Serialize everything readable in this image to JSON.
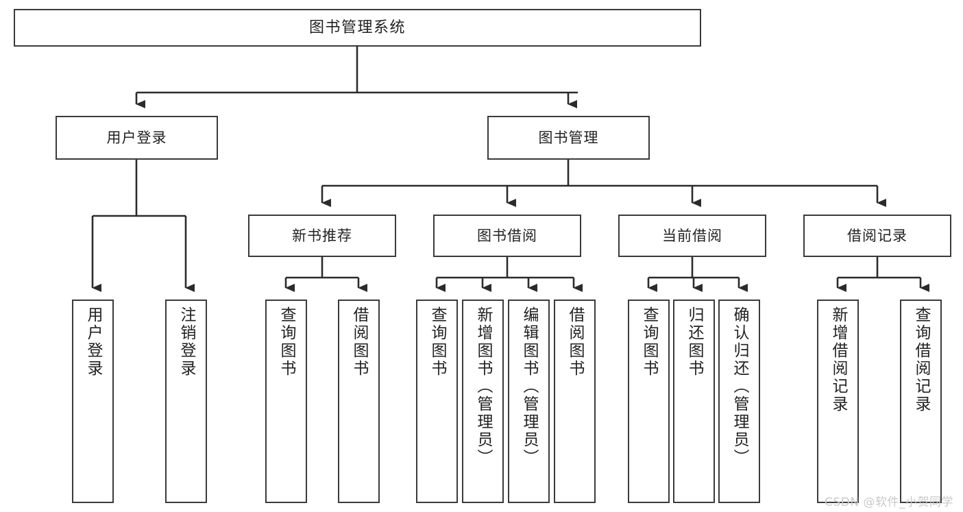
{
  "diagram": {
    "title": "图书管理系统",
    "type": "hierarchy-tree",
    "watermark": "CSDN @软件_小贺同学",
    "colors": {
      "box_border": "#3a3a3a",
      "box_fill": "#ffffff",
      "connector": "#2b2b2b",
      "text": "#222222",
      "watermark": "#c9c9c9",
      "background": "#ffffff"
    },
    "levels": {
      "root": "图书管理系统",
      "level2": [
        "用户登录",
        "图书管理"
      ],
      "level3": [
        "新书推荐",
        "图书借阅",
        "当前借阅",
        "借阅记录"
      ]
    },
    "nodes": {
      "root": {
        "label": "图书管理系统"
      },
      "user_login": {
        "label": "用户登录"
      },
      "book_manage": {
        "label": "图书管理"
      },
      "new_book_rec": {
        "label": "新书推荐"
      },
      "book_borrow": {
        "label": "图书借阅"
      },
      "current_borrow": {
        "label": "当前借阅"
      },
      "borrow_record": {
        "label": "借阅记录"
      }
    },
    "leaves": {
      "user_login": [
        {
          "label": "用户登录"
        },
        {
          "label": "注销登录"
        }
      ],
      "new_book_rec": [
        {
          "label": "查询图书"
        },
        {
          "label": "借阅图书"
        }
      ],
      "book_borrow": [
        {
          "label": "查询图书"
        },
        {
          "label": "新增图书（管理员）"
        },
        {
          "label": "编辑图书（管理员）"
        },
        {
          "label": "借阅图书"
        }
      ],
      "current_borrow": [
        {
          "label": "查询图书"
        },
        {
          "label": "归还图书"
        },
        {
          "label": "确认归还（管理员）"
        }
      ],
      "borrow_record": [
        {
          "label": "新增借阅记录"
        },
        {
          "label": "查询借阅记录"
        }
      ]
    }
  }
}
